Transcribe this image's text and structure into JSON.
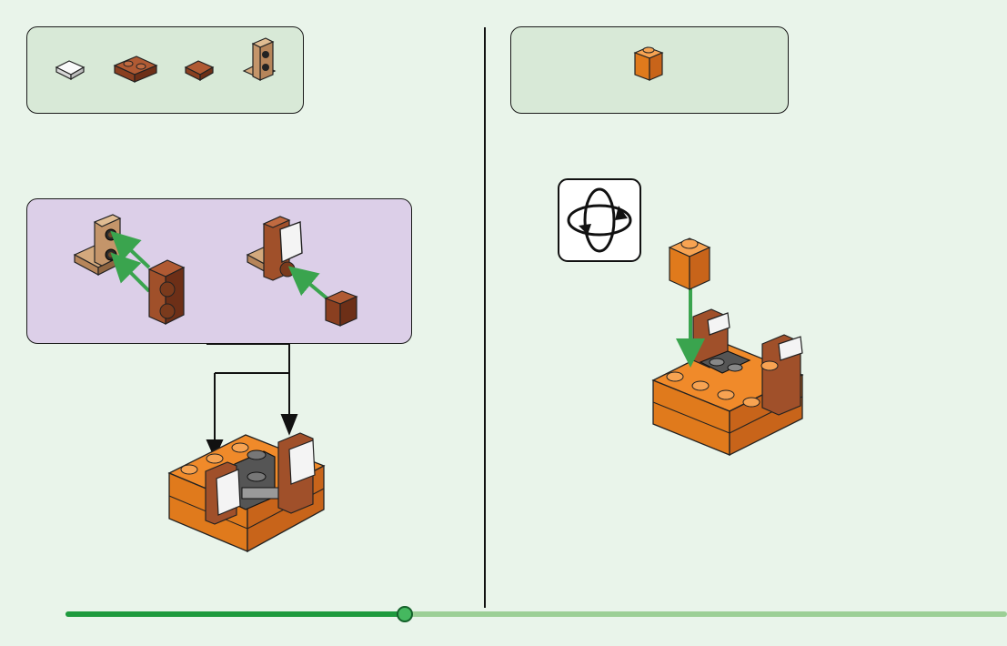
{
  "colors": {
    "background": "#e9f4ea",
    "parts_panel": "#d8e9d7",
    "submodel_panel": "#dccfe8",
    "divider": "#111111",
    "progress_fill": "#1e9a3e",
    "progress_track": "#9ccf96",
    "arrow_green": "#3aa44e",
    "brick_orange": "#f08a2a",
    "brick_brown": "#a0502a",
    "brick_tan": "#c4956a",
    "brick_white": "#f4f4f4",
    "brick_dark_gray": "#555555",
    "brick_gray": "#9a9a9a"
  },
  "steps": [
    {
      "parts": [
        "white-tile-1x1",
        "reddish-brown-plate-1x2",
        "reddish-brown-tile-1x1",
        "tan-bracket-1x2"
      ],
      "submodel": [
        {
          "base": "tan-bracket-1x2",
          "adds": "reddish-brown-plate-1x2"
        },
        {
          "base": "bracket-with-white-tile",
          "adds": "reddish-brown-tile-1x1"
        }
      ]
    },
    {
      "parts": [
        "orange-brick-1x1"
      ],
      "callout_icon": "rotate-model-icon"
    }
  ],
  "progress": {
    "fraction": 0.36
  }
}
